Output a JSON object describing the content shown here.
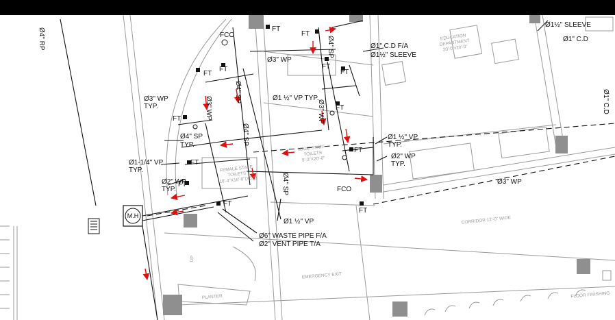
{
  "title_bar_color": "#000000",
  "annotation_color": "#e01010",
  "labels": {
    "rp": "Ø4\" RP",
    "fco_top": "FCO",
    "ft": "FT",
    "sleeve_top_right": "Ø1½\" SLEEVE",
    "cd_right": "Ø1\" C.D",
    "cd_edge": "Ø1\" C.D",
    "cd_fa": "Ø1\" C.D F/A",
    "sleeve_mid": "Ø1½\" SLEEVE",
    "wp3_top": "Ø3\" WP",
    "sp4_a": "Ø4\" SP",
    "sp4_b": "Ø4\" SP",
    "sp4_c": "Ø4\" SP",
    "sp4_d": "Ø4\" SP",
    "vp_typ": "Ø1 ½\" VP TYP.",
    "wp3_b": "Ø3\" WP",
    "wp3_c": "Ø3\" WP",
    "wp3_typ": "Ø3\" WP",
    "typ": "TYP.",
    "sp4_typ": "Ø4\" SP",
    "vp114": "Ø1-1/4\" VP",
    "wp2_left": "Ø2\" WP",
    "vp_right": "Ø1 ½\" VP",
    "wp2_right": "Ø2\" WP",
    "wp3_corridor": "Ø3\" WP",
    "fco_bottom": "FCO",
    "vp_bottom": "Ø1 ½\" VP",
    "mh": "M.H",
    "waste_pipe": "Ø6\" WASTE PIPE  F/A",
    "vent_pipe": "Ø2\" VENT PIPE  T/A"
  },
  "rooms": {
    "education_1": "EDUCATION",
    "education_2": "DEPARTMENT",
    "education_3": "20'-0\"x20'-0\"",
    "male_1": "MALE STAFF",
    "male_2": "TOILETS",
    "male_3": "9'-3\"X20'-0\"",
    "female_1": "FEMALE STAFF",
    "female_2": "TOILETS",
    "female_3": "10'-4\"X16'-0\"(X5.5)",
    "corridor": "CORRIDOR 12'-0\" WIDE",
    "emergency": "EMERGENCY EXIT",
    "planter": "PLANTER",
    "up": "UP",
    "floor_finishing": "FLOOR FINISHING"
  }
}
